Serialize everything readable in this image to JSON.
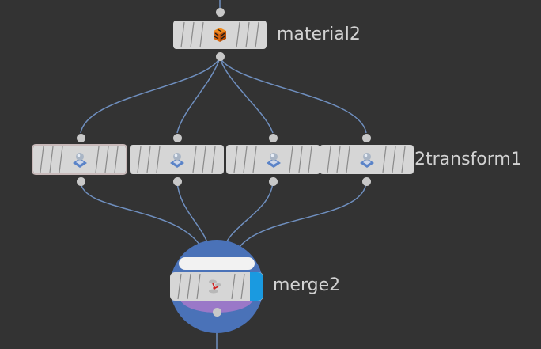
{
  "network": {
    "nodes": {
      "material": {
        "label": "material2",
        "icon": "material-tiger-cube-icon"
      },
      "transforms": [
        {
          "icon": "transform-icon",
          "selected": true
        },
        {
          "icon": "transform-icon",
          "selected": false
        },
        {
          "icon": "transform-icon",
          "selected": false
        },
        {
          "icon": "transform-icon",
          "selected": false
        }
      ],
      "transform_group_label": "2transform1",
      "merge": {
        "label": "merge2",
        "icon": "merge-icon"
      }
    },
    "colors": {
      "background": "#333333",
      "node_body": "#d6d6d6",
      "wire": "#6d8fbf",
      "merge_disc": "#4a72b8",
      "merge_ring": "#9a78c8",
      "flag_blue": "#1a9ae0"
    }
  }
}
